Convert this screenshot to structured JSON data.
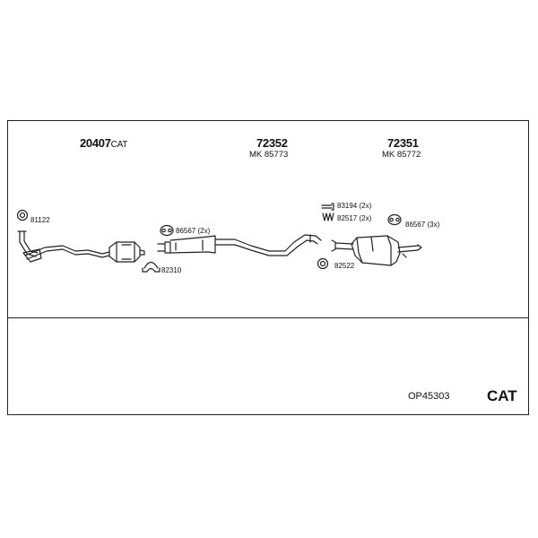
{
  "header": {
    "group1": {
      "part": "20407",
      "suffix": "CAT"
    },
    "group2": {
      "part": "72352",
      "sub": "MK 85773"
    },
    "group3": {
      "part": "72351",
      "sub": "MK 85772"
    }
  },
  "parts": {
    "p81122": "81122",
    "p86567a": "86567 (2x)",
    "p82310": "82310",
    "p83194": "83194 (2x)",
    "p82517": "82517 (2x)",
    "p82522": "82522",
    "p86567b": "86567 (3x)"
  },
  "footer": {
    "code": "OP45303",
    "tag": "CAT"
  }
}
